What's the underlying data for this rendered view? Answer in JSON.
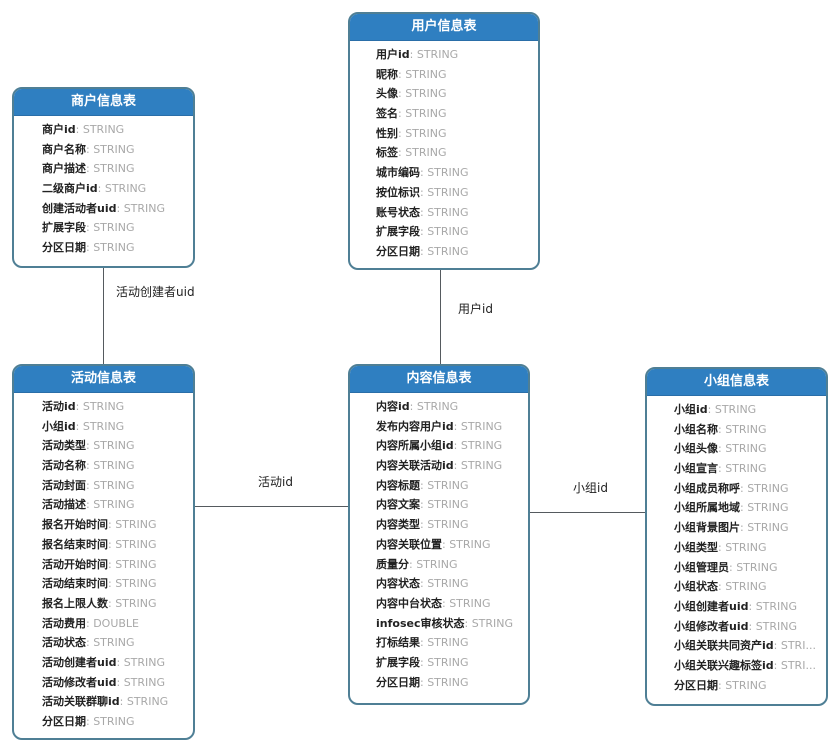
{
  "tables": {
    "merchant": {
      "title": "商户信息表",
      "fields": [
        {
          "name": "商户id",
          "type": "STRING"
        },
        {
          "name": "商户名称",
          "type": "STRING"
        },
        {
          "name": "商户描述",
          "type": "STRING"
        },
        {
          "name": "二级商户id",
          "type": "STRING"
        },
        {
          "name": "创建活动者uid",
          "type": "STRING"
        },
        {
          "name": "扩展字段",
          "type": "STRING"
        },
        {
          "name": "分区日期",
          "type": "STRING"
        }
      ]
    },
    "user": {
      "title": "用户信息表",
      "fields": [
        {
          "name": "用户id",
          "type": "STRING"
        },
        {
          "name": "昵称",
          "type": "STRING"
        },
        {
          "name": "头像",
          "type": "STRING"
        },
        {
          "name": "签名",
          "type": "STRING"
        },
        {
          "name": "性别",
          "type": "STRING"
        },
        {
          "name": "标签",
          "type": "STRING"
        },
        {
          "name": "城市编码",
          "type": "STRING"
        },
        {
          "name": "按位标识",
          "type": "STRING"
        },
        {
          "name": "账号状态",
          "type": "STRING"
        },
        {
          "name": "扩展字段",
          "type": "STRING"
        },
        {
          "name": "分区日期",
          "type": "STRING"
        }
      ]
    },
    "activity": {
      "title": "活动信息表",
      "fields": [
        {
          "name": "活动id",
          "type": "STRING"
        },
        {
          "name": "小组id",
          "type": "STRING"
        },
        {
          "name": "活动类型",
          "type": "STRING"
        },
        {
          "name": "活动名称",
          "type": "STRING"
        },
        {
          "name": "活动封面",
          "type": "STRING"
        },
        {
          "name": "活动描述",
          "type": "STRING"
        },
        {
          "name": "报名开始时间",
          "type": "STRING"
        },
        {
          "name": "报名结束时间",
          "type": "STRING"
        },
        {
          "name": "活动开始时间",
          "type": "STRING"
        },
        {
          "name": "活动结束时间",
          "type": "STRING"
        },
        {
          "name": "报名上限人数",
          "type": "STRING"
        },
        {
          "name": "活动费用",
          "type": "DOUBLE"
        },
        {
          "name": "活动状态",
          "type": "STRING"
        },
        {
          "name": "活动创建者uid",
          "type": "STRING"
        },
        {
          "name": "活动修改者uid",
          "type": "STRING"
        },
        {
          "name": "活动关联群聊id",
          "type": "STRING"
        },
        {
          "name": "分区日期",
          "type": "STRING"
        }
      ]
    },
    "content": {
      "title": "内容信息表",
      "fields": [
        {
          "name": "内容id",
          "type": "STRING"
        },
        {
          "name": "发布内容用户id",
          "type": "STRING"
        },
        {
          "name": "内容所属小组id",
          "type": "STRING"
        },
        {
          "name": "内容关联活动id",
          "type": "STRING"
        },
        {
          "name": "内容标题",
          "type": "STRING"
        },
        {
          "name": "内容文案",
          "type": "STRING"
        },
        {
          "name": "内容类型",
          "type": "STRING"
        },
        {
          "name": "内容关联位置",
          "type": "STRING"
        },
        {
          "name": "质量分",
          "type": "STRING"
        },
        {
          "name": "内容状态",
          "type": "STRING"
        },
        {
          "name": "内容中台状态",
          "type": "STRING"
        },
        {
          "name": "infosec审核状态",
          "type": "STRING"
        },
        {
          "name": "打标结果",
          "type": "STRING"
        },
        {
          "name": "扩展字段",
          "type": "STRING"
        },
        {
          "name": "分区日期",
          "type": "STRING"
        }
      ]
    },
    "group": {
      "title": "小组信息表",
      "fields": [
        {
          "name": "小组id",
          "type": "STRING"
        },
        {
          "name": "小组名称",
          "type": "STRING"
        },
        {
          "name": "小组头像",
          "type": "STRING"
        },
        {
          "name": "小组宣言",
          "type": "STRING"
        },
        {
          "name": "小组成员称呼",
          "type": "STRING"
        },
        {
          "name": "小组所属地域",
          "type": "STRING"
        },
        {
          "name": "小组背景图片",
          "type": "STRING"
        },
        {
          "name": "小组类型",
          "type": "STRING"
        },
        {
          "name": "小组管理员",
          "type": "STRING"
        },
        {
          "name": "小组状态",
          "type": "STRING"
        },
        {
          "name": "小组创建者uid",
          "type": "STRING"
        },
        {
          "name": "小组修改者uid",
          "type": "STRING"
        },
        {
          "name": "小组关联共同资产id",
          "type": "STRI..."
        },
        {
          "name": "小组关联兴趣标签id",
          "type": "STRI..."
        },
        {
          "name": "分区日期",
          "type": "STRING"
        }
      ]
    }
  },
  "relations": {
    "merchant_activity": "活动创建者uid",
    "user_content": "用户id",
    "activity_content": "活动id",
    "content_group": "小组id"
  },
  "separator": ": ",
  "colors": {
    "header": "#2f7fc1",
    "border": "#4f7f95",
    "type_text": "#a8a8a8",
    "name_text": "#222222"
  }
}
